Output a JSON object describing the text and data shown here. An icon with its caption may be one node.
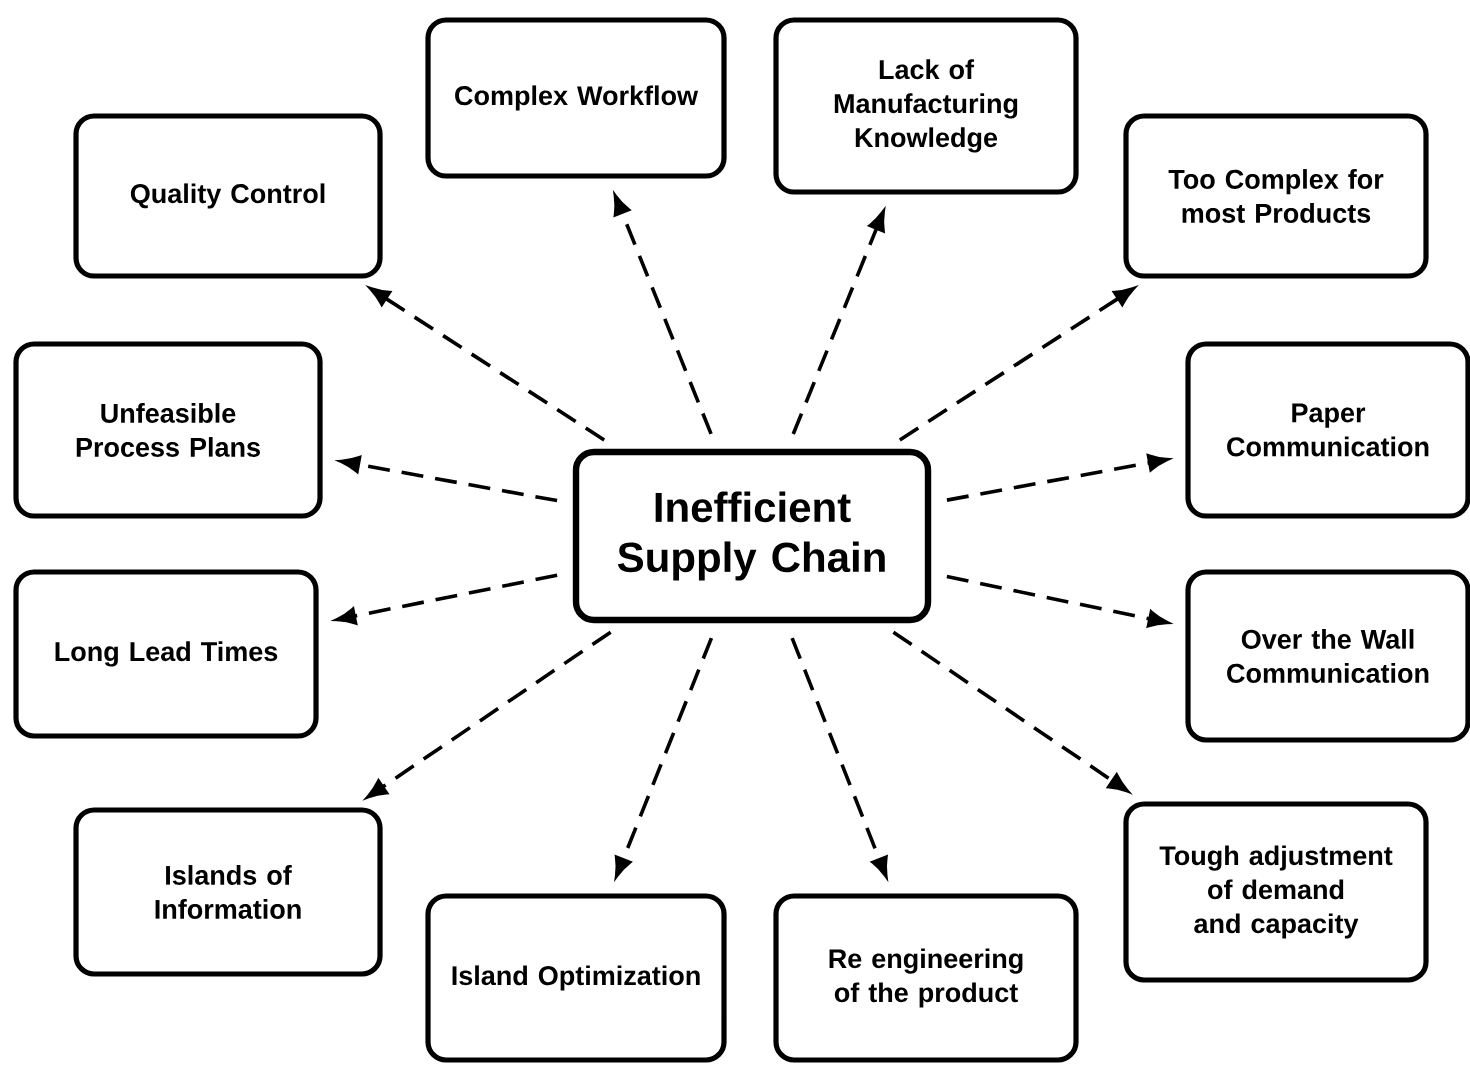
{
  "diagram": {
    "nodes": [
      {
        "text": [
          "Inefficient Supply Chain"
        ]
      },
      {
        "text": [
          "Complex Workflow"
        ]
      },
      {
        "text": [
          "Lack of Manufacturing Knowledge"
        ]
      },
      {
        "text": [
          "Quality Control"
        ]
      },
      {
        "text": [
          "Too Complex for most Products"
        ]
      },
      {
        "text": [
          "Unfeasible Process Plans"
        ]
      },
      {
        "text": [
          "Paper Communication"
        ]
      },
      {
        "text": [
          "Long Lead Times"
        ]
      },
      {
        "text": [
          "Over the Wall Communication"
        ]
      },
      {
        "text": [
          "Islands of Information"
        ]
      },
      {
        "text": [
          "Tough adjustment of demand and capacity"
        ]
      },
      {
        "text": [
          "Island Optimization"
        ]
      },
      {
        "text": [
          "Re engineering of the product"
        ]
      }
    ],
    "edges": [
      {
        "from": 0,
        "to": 1,
        "arrow": "to",
        "style": "dashed"
      },
      {
        "from": 0,
        "to": 2,
        "arrow": "to",
        "style": "dashed"
      },
      {
        "from": 0,
        "to": 3,
        "arrow": "to",
        "style": "dashed"
      },
      {
        "from": 0,
        "to": 4,
        "arrow": "to",
        "style": "dashed"
      },
      {
        "from": 0,
        "to": 5,
        "arrow": "to",
        "style": "dashed"
      },
      {
        "from": 0,
        "to": 6,
        "arrow": "to",
        "style": "dashed"
      },
      {
        "from": 0,
        "to": 7,
        "arrow": "to",
        "style": "dashed"
      },
      {
        "from": 0,
        "to": 8,
        "arrow": "to",
        "style": "dashed"
      },
      {
        "from": 0,
        "to": 9,
        "arrow": "to",
        "style": "dashed"
      },
      {
        "from": 0,
        "to": 10,
        "arrow": "to",
        "style": "dashed"
      },
      {
        "from": 0,
        "to": 11,
        "arrow": "to",
        "style": "dashed"
      },
      {
        "from": 0,
        "to": 12,
        "arrow": "to",
        "style": "dashed"
      }
    ]
  }
}
